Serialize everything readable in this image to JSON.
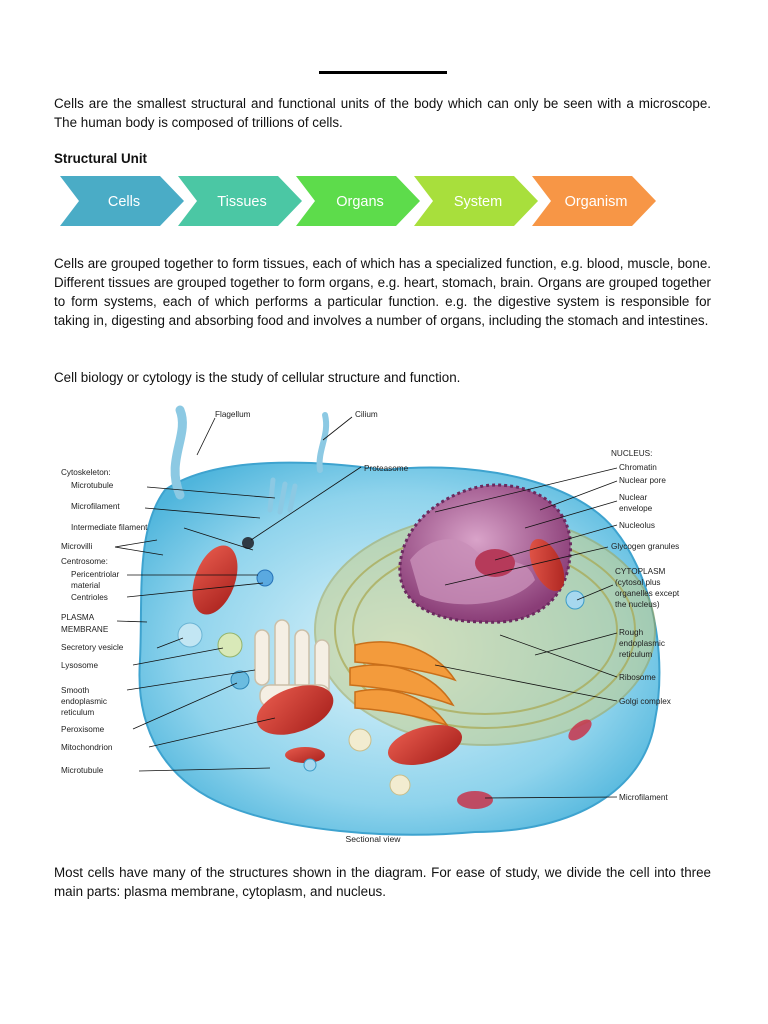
{
  "intro": "Cells are the smallest structural and functional units of the body which can only be seen with a microscope. The human body is composed of trillions of cells.",
  "structural_unit": {
    "heading": "Structural Unit",
    "steps": [
      {
        "label": "Cells",
        "color": "#4aacc6"
      },
      {
        "label": "Tissues",
        "color": "#4bc7a4"
      },
      {
        "label": "Organs",
        "color": "#5ddc4b"
      },
      {
        "label": "System",
        "color": "#a8df3c"
      },
      {
        "label": "Organism",
        "color": "#f79646"
      }
    ]
  },
  "paragraph_tissues": "Cells are grouped together to form tissues, each of which has a specialized function, e.g. blood, muscle, bone. Different tissues are grouped together to form organs, e.g. heart, stomach, brain. Organs are grouped together to form systems, each of which performs a particular function. e.g. the digestive system is responsible for taking in, digesting and absorbing food and involves a number of organs, including the stomach and intestines.",
  "paragraph_cytology": "Cell biology or cytology is the study of cellular structure and function.",
  "figure": {
    "labels": {
      "flagellum": "Flagellum",
      "cilium": "Cilium",
      "proteasome": "Proteasome",
      "cytoskeleton": "Cytoskeleton:",
      "microtubule": "Microtubule",
      "microfilament_left": "Microfilament",
      "intermediate_filament": "Intermediate filament",
      "microvilli": "Microvilli",
      "centrosome": "Centrosome:",
      "pericentriolar_1": "Pericentriolar",
      "pericentriolar_2": "material",
      "centrioles": "Centrioles",
      "plasma_1": "PLASMA",
      "plasma_2": "MEMBRANE",
      "secretory_vesicle": "Secretory vesicle",
      "lysosome": "Lysosome",
      "smooth_1": "Smooth",
      "smooth_2": "endoplasmic",
      "smooth_3": "reticulum",
      "peroxisome": "Peroxisome",
      "mitochondrion": "Mitochondrion",
      "microtubule_bottom": "Microtubule",
      "nucleus": "NUCLEUS:",
      "chromatin": "Chromatin",
      "nuclear_pore": "Nuclear pore",
      "nuclear_env_1": "Nuclear",
      "nuclear_env_2": "envelope",
      "nucleolus": "Nucleolus",
      "glycogen": "Glycogen granules",
      "cytoplasm_1": "CYTOPLASM",
      "cytoplasm_2": "(cytosol plus",
      "cytoplasm_3": "organelles except",
      "cytoplasm_4": "the nucleus)",
      "rough_1": "Rough",
      "rough_2": "endoplasmic",
      "rough_3": "reticulum",
      "ribosome": "Ribosome",
      "golgi": "Golgi complex",
      "microfilament_bottom": "Microfilament"
    },
    "caption": "Sectional view"
  },
  "paragraph_parts": "Most cells have many of the structures shown in the diagram. For ease of study, we divide the cell into three main parts: plasma membrane, cytoplasm, and nucleus."
}
